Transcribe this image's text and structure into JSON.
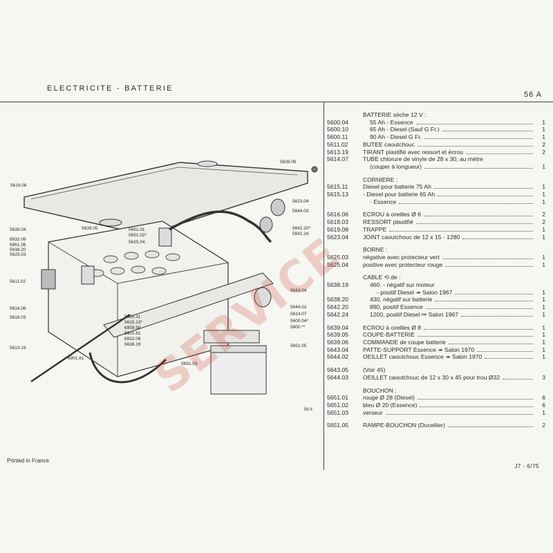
{
  "header": {
    "title": "ELECTRICITE - BATTERIE",
    "page_code": "56 A"
  },
  "diagram": {
    "figure_code": "56 A",
    "labels": [
      "5619.08",
      "5639.06",
      "5623.04",
      "5644.03",
      "5642.20*",
      "5642.24",
      "5639.04",
      "6932.06",
      "6961.06",
      "5638.20",
      "5625.03",
      "5639.05",
      "5651.01",
      "5651.02*",
      "5625.04",
      "5611.02",
      "5616.06",
      "5618.03",
      "5613.19",
      "6901.61",
      "5615.11",
      "5615.13*",
      "6958.58",
      "6901.61",
      "6932.06",
      "5638.19",
      "5643.04",
      "5644.02",
      "5614.07",
      "5600.04*",
      "5600.**",
      "5651.05",
      "5651.03"
    ]
  },
  "parts": [
    {
      "ref": "",
      "desc": "BATTERIE sèche 12 V :",
      "qty": "",
      "indent": 0
    },
    {
      "ref": "5600.04",
      "desc": "55 Ah - Essence",
      "qty": "1",
      "indent": 1
    },
    {
      "ref": "5600.10",
      "desc": "65 Ah - Diesel (Sauf G Fr.)",
      "qty": "1",
      "indent": 1
    },
    {
      "ref": "5600.11",
      "desc": "90 Ah - Diesel G Fr.",
      "qty": "1",
      "indent": 1
    },
    {
      "ref": "5611.02",
      "desc": "BUTEE caoutchouc",
      "qty": "2",
      "indent": 0
    },
    {
      "ref": "5613.19",
      "desc": "TIRANT plastifié avec ressort et écrou",
      "qty": "2",
      "indent": 0
    },
    {
      "ref": "5614.07",
      "desc": "TUBE chlorure de vinyle de 28 x 30, au mètre",
      "qty": "",
      "indent": 0
    },
    {
      "ref": "",
      "desc": "(couper à longueur)",
      "qty": "1",
      "indent": 1
    },
    {
      "gap": true
    },
    {
      "ref": "",
      "desc": "CORNIERE :",
      "qty": "",
      "indent": 0
    },
    {
      "ref": "5615.11",
      "desc": "Diesel pour batterie 75 Ah",
      "qty": "1",
      "indent": 0
    },
    {
      "ref": "5615.13",
      "desc": "- Diesel pour batterie 65 Ah",
      "qty": "1",
      "indent": 0
    },
    {
      "ref": "",
      "desc": "- Essence",
      "qty": "1",
      "indent": 1
    },
    {
      "gap": true
    },
    {
      "ref": "5616.06",
      "desc": "ECROU à oreilles Ø 6",
      "qty": "2",
      "indent": 0
    },
    {
      "ref": "5618.03",
      "desc": "RESSORT plastifié",
      "qty": "2",
      "indent": 0
    },
    {
      "ref": "5619.08",
      "desc": "TRAPPE",
      "qty": "1",
      "indent": 0
    },
    {
      "ref": "5623.04",
      "desc": "JOINT caoutchouc de 12 x 15 - 1280",
      "qty": "1",
      "indent": 0
    },
    {
      "gap": true
    },
    {
      "ref": "",
      "desc": "BORNE :",
      "qty": "",
      "indent": 0
    },
    {
      "ref": "5625.03",
      "desc": "négative avec protecteur vert",
      "qty": "1",
      "indent": 0
    },
    {
      "ref": "5625.04",
      "desc": "positive avec protecteur rouge",
      "qty": "1",
      "indent": 0
    },
    {
      "gap": true
    },
    {
      "ref": "",
      "desc": "CABLE ⟲ de :",
      "qty": "",
      "indent": 0
    },
    {
      "ref": "5638.19",
      "desc": "460. - négatif sur moteur",
      "qty": "",
      "indent": 1
    },
    {
      "ref": "",
      "desc": "- positif Diesel ↠ Salon 1967",
      "qty": "1",
      "indent": 2
    },
    {
      "ref": "5638.20",
      "desc": "430, négatif sur batterie",
      "qty": "1",
      "indent": 1
    },
    {
      "ref": "5642.20",
      "desc": "890, positif Essence",
      "qty": "1",
      "indent": 1
    },
    {
      "ref": "5642.24",
      "desc": "1200, positif Diesel ↦ Salon 1967",
      "qty": "1",
      "indent": 1
    },
    {
      "gap": true
    },
    {
      "ref": "5639.04",
      "desc": "ECROU à oreilles Ø 8",
      "qty": "1",
      "indent": 0
    },
    {
      "ref": "5639.05",
      "desc": "COUPE-BATTERIE",
      "qty": "1",
      "indent": 0
    },
    {
      "ref": "5639.06",
      "desc": "COMMANDE de coupe batterie",
      "qty": "1",
      "indent": 0
    },
    {
      "ref": "5643.04",
      "desc": "PATTE-SUPPORT Essence ↠ Salon 1970",
      "qty": "1",
      "indent": 0
    },
    {
      "ref": "5644.02",
      "desc": "OEILLET caoutchouc Essence ↠ Salon 1970",
      "qty": "1",
      "indent": 0
    },
    {
      "gap": true
    },
    {
      "ref": "5643.05",
      "desc": "(Voir 45)",
      "qty": "",
      "indent": 0
    },
    {
      "ref": "5644.03",
      "desc": "OEILLET caoutchouc de 12 x 30 x 45 pour trou Ø32",
      "qty": "3",
      "indent": 0
    },
    {
      "gap": true
    },
    {
      "ref": "",
      "desc": "BOUCHON :",
      "qty": "",
      "indent": 0
    },
    {
      "ref": "5651.01",
      "desc": "rouge Ø 28 (Diesel)",
      "qty": "6",
      "indent": 0
    },
    {
      "ref": "5651.02",
      "desc": "bleu Ø 20 (Essence)",
      "qty": "6",
      "indent": 0
    },
    {
      "ref": "5651.03",
      "desc": "verseur",
      "qty": "1",
      "indent": 0
    },
    {
      "gap": true
    },
    {
      "ref": "5651.05",
      "desc": "RAMPE-BOUCHON (Ducellier)",
      "qty": "2",
      "indent": 0
    }
  ],
  "footer": {
    "printed": "Printed in France",
    "date": "J7 - 6/75"
  },
  "watermark": "SERVICE"
}
